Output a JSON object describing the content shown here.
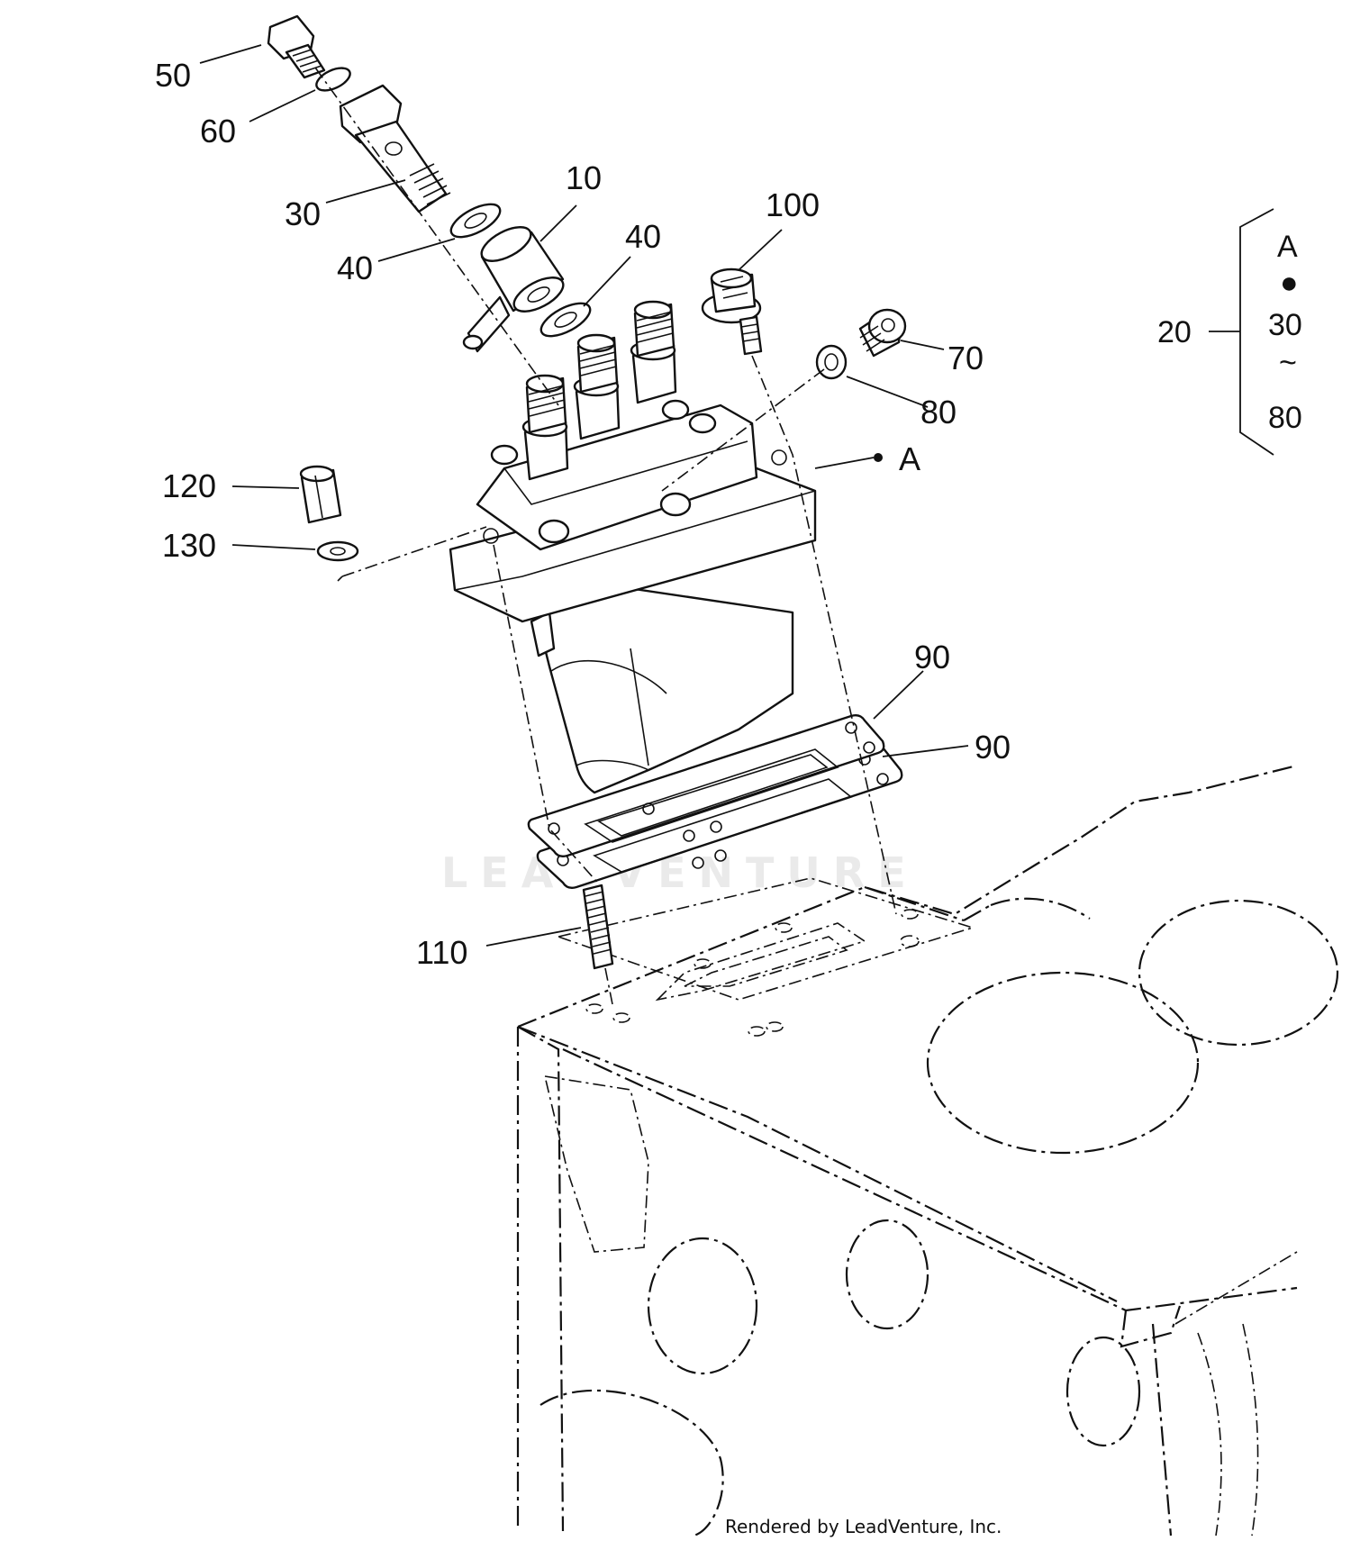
{
  "callouts": [
    {
      "id": "50",
      "label": "50"
    },
    {
      "id": "60",
      "label": "60"
    },
    {
      "id": "30",
      "label": "30"
    },
    {
      "id": "40a",
      "label": "40"
    },
    {
      "id": "10",
      "label": "10"
    },
    {
      "id": "40b",
      "label": "40"
    },
    {
      "id": "100",
      "label": "100"
    },
    {
      "id": "70",
      "label": "70"
    },
    {
      "id": "80",
      "label": "80"
    },
    {
      "id": "A",
      "label": "A"
    },
    {
      "id": "120",
      "label": "120"
    },
    {
      "id": "130",
      "label": "130"
    },
    {
      "id": "90a",
      "label": "90"
    },
    {
      "id": "90b",
      "label": "90"
    },
    {
      "id": "110",
      "label": "110"
    }
  ],
  "legend": {
    "item": "20",
    "top": "A",
    "bullet": "●",
    "from": "30",
    "tilde": "~",
    "to": "80"
  },
  "watermark": "LEADVENTURE",
  "footer": "Rendered by LeadVenture, Inc."
}
